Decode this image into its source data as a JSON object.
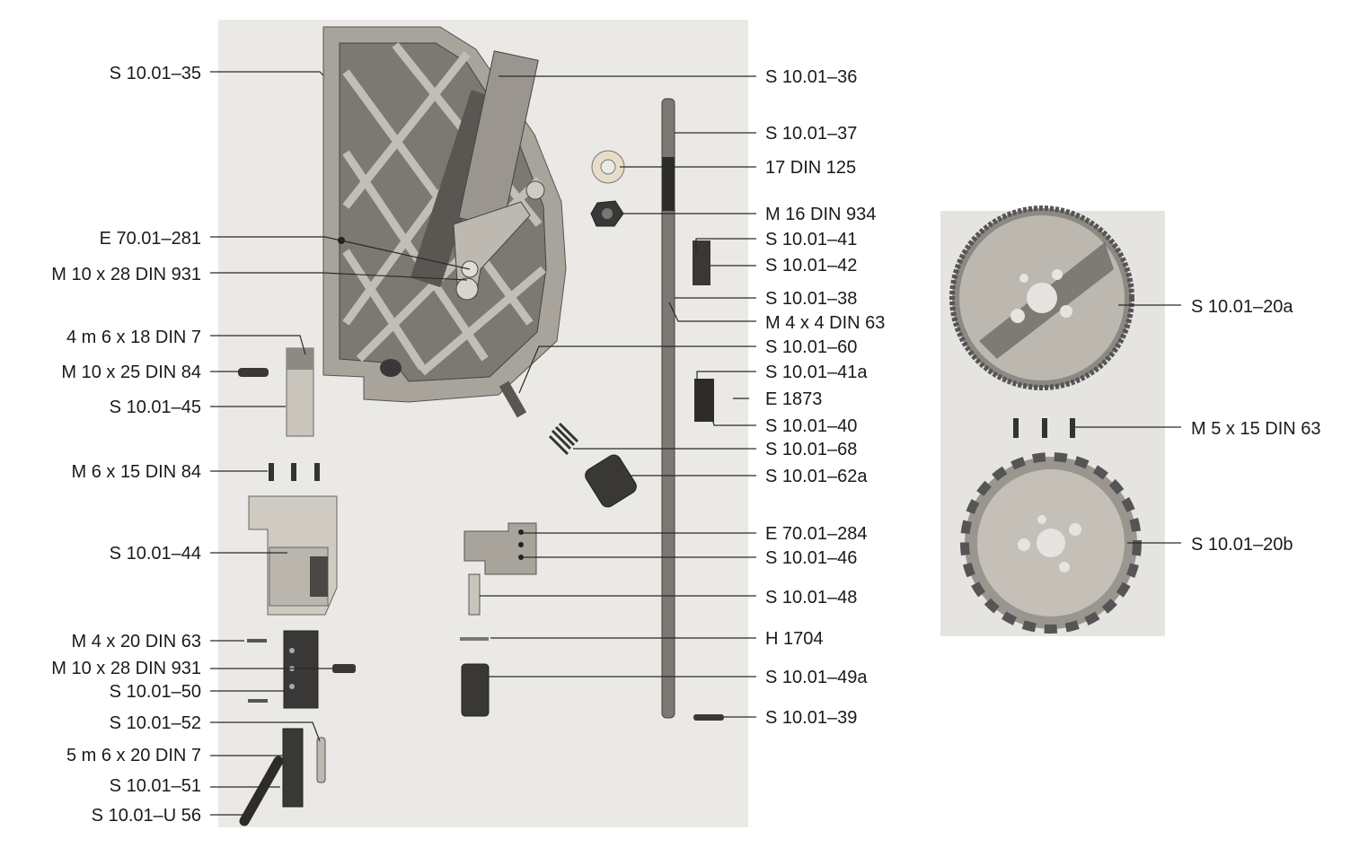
{
  "labels": {
    "l01": "S 10.01–35",
    "l02": "E 70.01–281",
    "l03": "M 10 x 28 DIN 931",
    "l04": "4 m 6 x 18 DIN 7",
    "l05": "M 10 x 25 DIN 84",
    "l06": "S 10.01–45",
    "l07": "M 6 x 15 DIN 84",
    "l08": "S 10.01–44",
    "l09": "M 4 x 20 DIN 63",
    "l10": "M 10 x 28 DIN 931",
    "l11": "S 10.01–50",
    "l12": "S 10.01–52",
    "l13": "5 m 6 x 20 DIN 7",
    "l14": "S 10.01–51",
    "l15": "S 10.01–U 56",
    "r01": "S 10.01–36",
    "r02": "S 10.01–37",
    "r03": "17 DIN 125",
    "r04": "M 16 DIN 934",
    "r05": "S 10.01–41",
    "r06": "S 10.01–42",
    "r07": "S 10.01–38",
    "r08": "M 4 x 4 DIN 63",
    "r09": "S 10.01–60",
    "r10": "S 10.01–41a",
    "r11": "E 1873",
    "r12": "S 10.01–40",
    "r13": "S 10.01–68",
    "r14": "S 10.01–62a",
    "r15": "E 70.01–284",
    "r16": "S 10.01–46",
    "r17": "S 10.01–48",
    "r18": "H 1704",
    "r19": "S 10.01–49a",
    "r20": "S 10.01–39",
    "b01": "S 10.01–20a",
    "b02": "M 5 x 15 DIN 63",
    "b03": "S 10.01–20b"
  }
}
